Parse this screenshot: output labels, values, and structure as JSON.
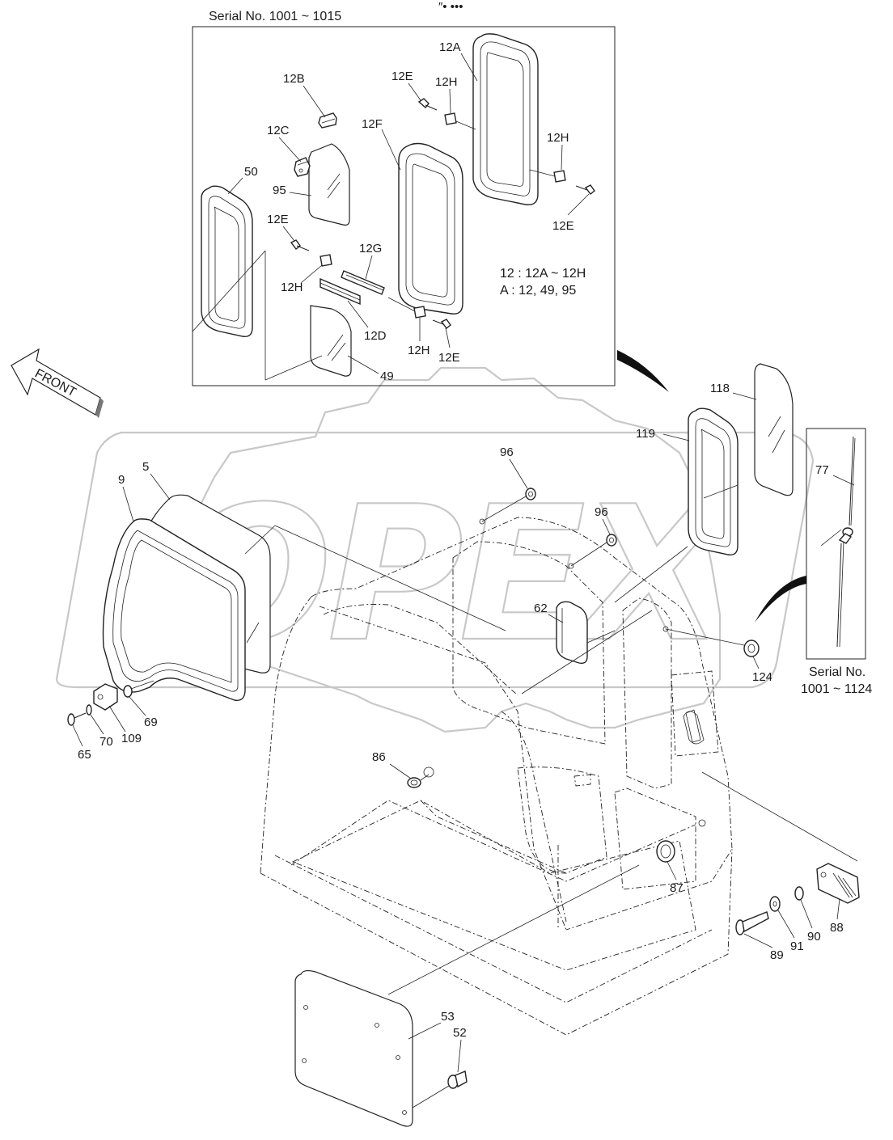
{
  "inset_serial": "Serial No. 1001 ~ 1015",
  "antenna_serial_line1": "Serial No.",
  "antenna_serial_line2": "1001 ~ 1124",
  "legend_line1": "12 : 12A ~ 12H",
  "legend_line2": "A : 12, 49, 95",
  "front_arrow": "FRONT",
  "watermark": "OPEX",
  "top_mark": "″• •••",
  "callouts": {
    "c12A": "12A",
    "c12B": "12B",
    "c12C": "12C",
    "c12D": "12D",
    "c12E_a": "12E",
    "c12E_b": "12E",
    "c12E_c": "12E",
    "c12E_d": "12E",
    "c12F": "12F",
    "c12G": "12G",
    "c12H_a": "12H",
    "c12H_b": "12H",
    "c12H_c": "12H",
    "c12H_d": "12H",
    "c50": "50",
    "c95": "95",
    "c49": "49",
    "c118": "118",
    "c119": "119",
    "c77": "77",
    "c9": "9",
    "c5": "5",
    "c96_a": "96",
    "c96_b": "96",
    "c62": "62",
    "c124": "124",
    "c69": "69",
    "c109": "109",
    "c70": "70",
    "c65": "65",
    "c86": "86",
    "c87": "87",
    "c88": "88",
    "c89": "89",
    "c90": "90",
    "c91": "91",
    "c53": "53",
    "c52": "52"
  }
}
